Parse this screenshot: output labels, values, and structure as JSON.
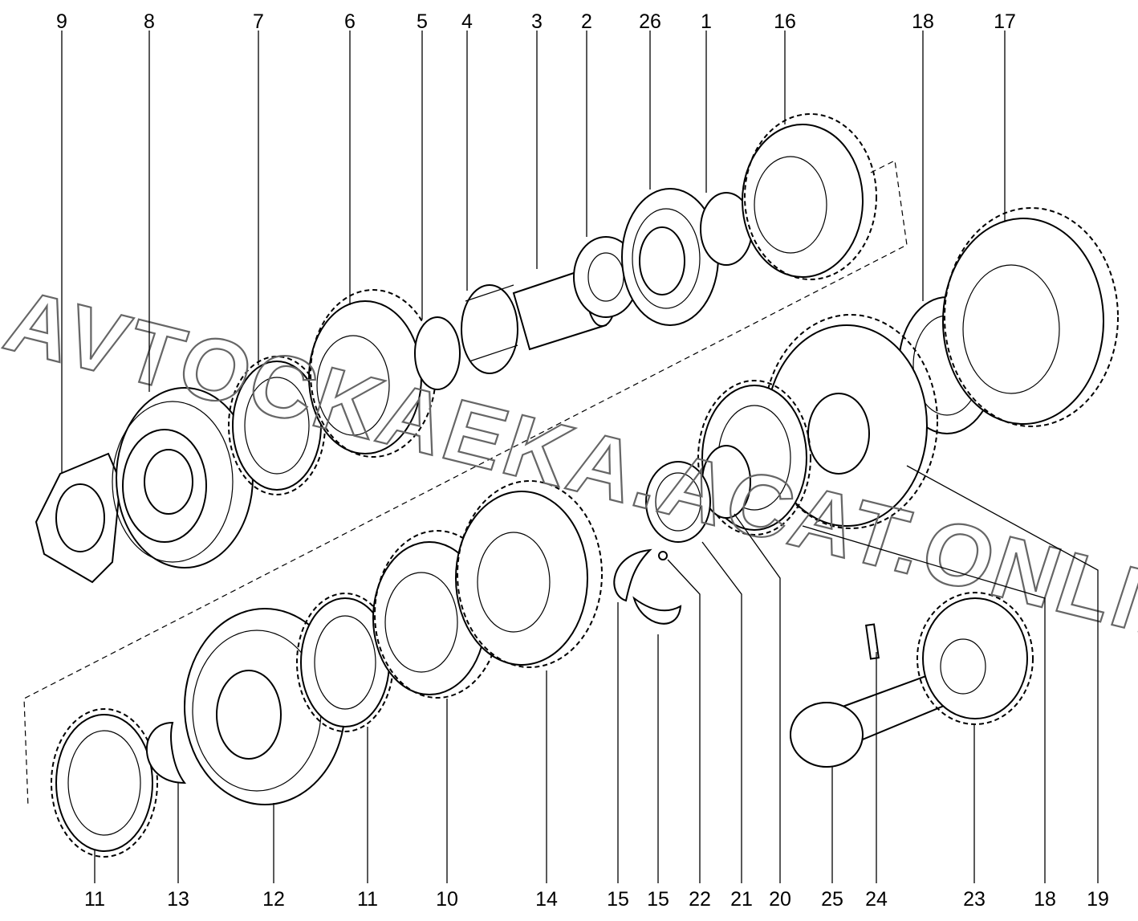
{
  "watermark": "AVTOCKAEKA.ACAT.ONLINE",
  "callouts": {
    "top": [
      "9",
      "8",
      "7",
      "6",
      "5",
      "4",
      "3",
      "2",
      "26",
      "1",
      "16",
      "18",
      "17"
    ],
    "bottom": [
      "11",
      "13",
      "12",
      "11",
      "10",
      "14",
      "15",
      "15",
      "22",
      "21",
      "20",
      "25",
      "24",
      "23",
      "18",
      "19"
    ]
  },
  "icons": [
    "gear-icon",
    "bearing-icon",
    "snap-ring-icon",
    "synchronizer-hub-icon",
    "shaft-icon"
  ]
}
